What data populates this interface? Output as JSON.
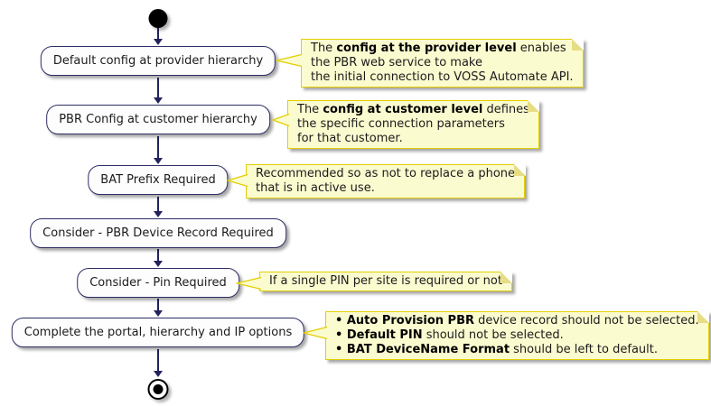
{
  "colors": {
    "background": "#ffffff",
    "activity_fill": "#fdfdfd",
    "activity_border": "#2e2e66",
    "arrow": "#22225c",
    "note_fill": "#fbfbd0",
    "note_border": "#e3ce00",
    "note_fold": "#e6dd85",
    "text": "#1b1b1b",
    "node_black": "#000000"
  },
  "activities": [
    {
      "label": "Default config at provider hierarchy"
    },
    {
      "label": "PBR Config at customer hierarchy"
    },
    {
      "label": "BAT Prefix Required"
    },
    {
      "label": "Consider - PBR Device Record Required"
    },
    {
      "label": "Consider - Pin Required"
    },
    {
      "label": "Complete the portal, hierarchy and IP options"
    }
  ],
  "notes": [
    {
      "attached_to": "Default config at provider hierarchy",
      "lines": [
        [
          {
            "text": "The ",
            "bold": false
          },
          {
            "text": "config at the provider level",
            "bold": true
          },
          {
            "text": " enables",
            "bold": false
          }
        ],
        [
          {
            "text": "the PBR web service to make",
            "bold": false
          }
        ],
        [
          {
            "text": "the initial connection to VOSS Automate API.",
            "bold": false
          }
        ]
      ]
    },
    {
      "attached_to": "PBR Config at customer hierarchy",
      "lines": [
        [
          {
            "text": "The ",
            "bold": false
          },
          {
            "text": "config at customer level",
            "bold": true
          },
          {
            "text": " defines",
            "bold": false
          }
        ],
        [
          {
            "text": "the specific connection parameters",
            "bold": false
          }
        ],
        [
          {
            "text": "for that customer.",
            "bold": false
          }
        ]
      ]
    },
    {
      "attached_to": "BAT Prefix Required",
      "lines": [
        [
          {
            "text": "Recommended so as not to replace a phone",
            "bold": false
          }
        ],
        [
          {
            "text": "that is in active use.",
            "bold": false
          }
        ]
      ]
    },
    {
      "attached_to": "Consider - Pin Required",
      "lines": [
        [
          {
            "text": "If a single PIN per site is required or not",
            "bold": false
          }
        ]
      ]
    },
    {
      "attached_to": "Complete the portal, hierarchy and IP options",
      "lines": [
        [
          {
            "text": "• ",
            "bold": true
          },
          {
            "text": "Auto Provision PBR",
            "bold": true
          },
          {
            "text": " device record should not be selected.",
            "bold": false
          }
        ],
        [
          {
            "text": "• ",
            "bold": true
          },
          {
            "text": "Default PIN",
            "bold": true
          },
          {
            "text": " should not be selected.",
            "bold": false
          }
        ],
        [
          {
            "text": "• ",
            "bold": true
          },
          {
            "text": "BAT DeviceName Format",
            "bold": true
          },
          {
            "text": " should be left to default.",
            "bold": false
          }
        ]
      ]
    }
  ]
}
